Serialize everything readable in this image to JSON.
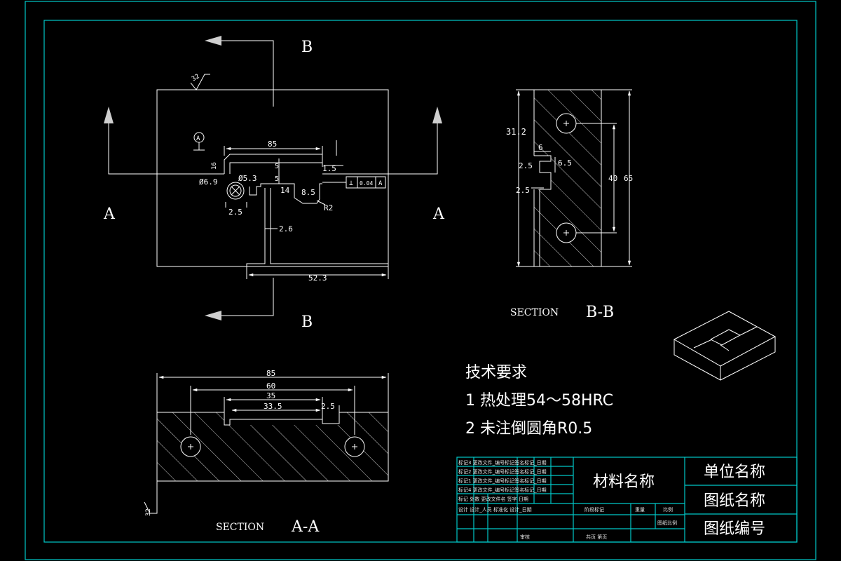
{
  "section_labels": {
    "b_top": "B",
    "b_bottom": "B",
    "a_left": "A",
    "a_right": "A",
    "section_aa_word": "SECTION",
    "section_aa_name": "A-A",
    "section_bb_word": "SECTION",
    "section_bb_name": "B-B"
  },
  "surface_finish": {
    "top": "32",
    "bottom": "32"
  },
  "datum": {
    "label": "A"
  },
  "front_view_dims": {
    "d85": "85",
    "d16": "16",
    "d5a": "5",
    "d5b": "5",
    "d1_5": "1.5",
    "d14": "14",
    "d8_5": "8.5",
    "r2": "R2",
    "dia6_9": "Ø6.9",
    "dia5_3": "Ø5.3",
    "d2_5": "2.5",
    "d2_6": "2.6",
    "d52_3": "52.3"
  },
  "tolerance_frame": {
    "symbol": "⊥",
    "value": "0.04",
    "datum": "A"
  },
  "section_bb_dims": {
    "d31_2": "31.2",
    "d6": "6",
    "d2_5a": "2.5",
    "d6_5": "6.5",
    "d40": "40",
    "d65": "65",
    "d2_5b": "2.5"
  },
  "section_aa_dims": {
    "d85": "85",
    "d60": "60",
    "d35": "35",
    "d33_5": "33.5",
    "d2_5": "2.5"
  },
  "tech_requirements": {
    "heading": "技术要求",
    "item1": "1 热处理54～58HRC",
    "item2": "2 未注倒圆角R0.5"
  },
  "title_block": {
    "material": "材料名称",
    "company": "单位名称",
    "drawing_name": "图纸名称",
    "drawing_number": "图纸编号",
    "rev_rows": [
      "标记3 更改文件_编号标记签名标记_日期",
      "标记2 更改文件_编号标记签名标记_日期",
      "标记1 更改文件_编号标记签名标记_日期",
      "标记4 更改文件_编号标记签名标记_日期"
    ],
    "header_row": "标记 处数 更改文件名 签字 日期",
    "design_row": "设计 设计_人员 标准化 设计_日期",
    "weight_label": "重量",
    "scale_label": "比例",
    "stage_label": "阶段标记",
    "scale_value": "图纸比例",
    "approve_label": "审核",
    "sheets_label": "共页 第页"
  }
}
